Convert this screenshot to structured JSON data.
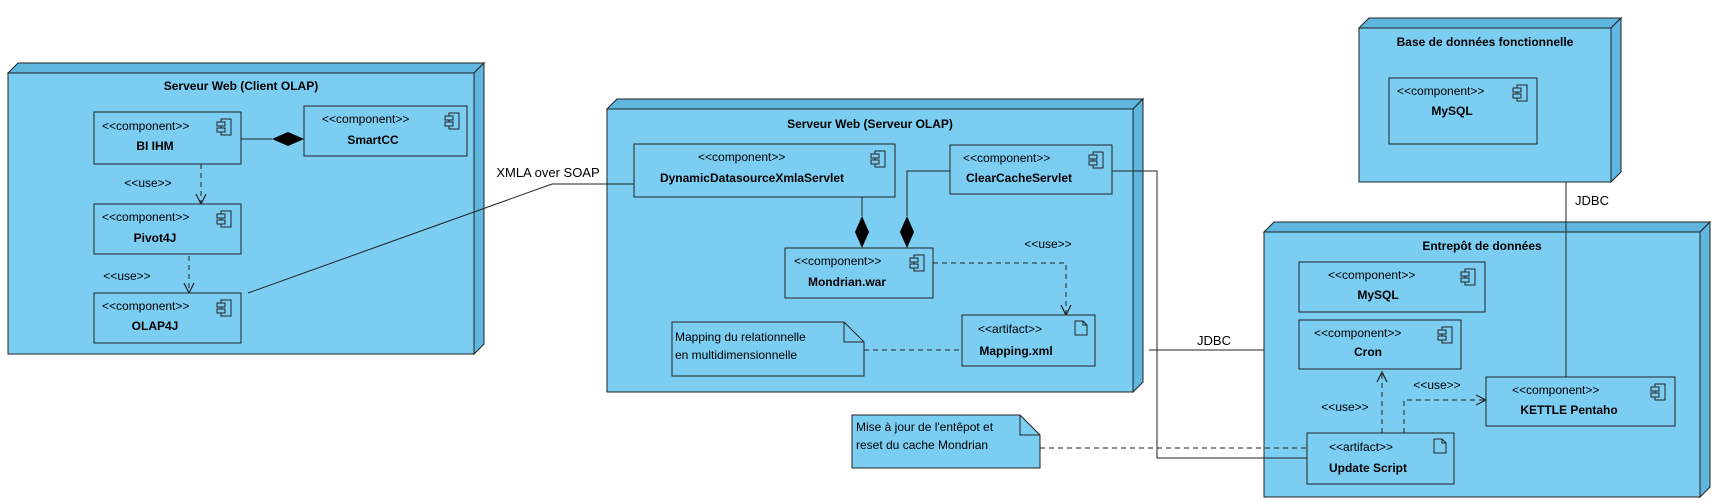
{
  "colors": {
    "node_fill": "#7ccdf2",
    "node_side": "#5fb7e0",
    "stroke": "#222222",
    "background": "#ffffff"
  },
  "nodes": {
    "client_olap": "Serveur Web (Client OLAP)",
    "serveur_olap": "Serveur Web (Serveur OLAP)",
    "base_fonctionnelle": "Base de données fonctionnelle",
    "entrepot": "Entrepôt de données"
  },
  "components": {
    "bi_ihm": {
      "stereotype": "<<component>>",
      "name": "BI IHM"
    },
    "smartcc": {
      "stereotype": "<<component>>",
      "name": "SmartCC"
    },
    "pivot4j": {
      "stereotype": "<<component>>",
      "name": "Pivot4J"
    },
    "olap4j": {
      "stereotype": "<<component>>",
      "name": "OLAP4J"
    },
    "dynamic_servlet": {
      "stereotype": "<<component>>",
      "name": "DynamicDatasourceXmlaServlet"
    },
    "clearcache": {
      "stereotype": "<<component>>",
      "name": "ClearCacheServlet"
    },
    "mondrian": {
      "stereotype": "<<component>>",
      "name": "Mondrian.war"
    },
    "mapping": {
      "stereotype": "<<artifact>>",
      "name": "Mapping.xml"
    },
    "mysql_fonct": {
      "stereotype": "<<component>>",
      "name": "MySQL"
    },
    "mysql_entrepot": {
      "stereotype": "<<component>>",
      "name": "MySQL"
    },
    "cron": {
      "stereotype": "<<component>>",
      "name": "Cron"
    },
    "kettle": {
      "stereotype": "<<component>>",
      "name": "KETTLE Pentaho"
    },
    "update_script": {
      "stereotype": "<<artifact>>",
      "name": "Update Script"
    }
  },
  "notes": {
    "mapping_note": [
      "Mapping du relationnelle",
      "en multidimensionnelle"
    ],
    "update_note": [
      "Mise à jour de l'entêpot et",
      "reset du cache Mondrian"
    ]
  },
  "labels": {
    "use_bi_pivot": "<<use>>",
    "use_pivot_olap": "<<use>>",
    "use_mondrian_mapping": "<<use>>",
    "use_script_cron": "<<use>>",
    "use_script_kettle": "<<use>>",
    "xmla": "XMLA over SOAP",
    "jdbc_entrepot": "JDBC",
    "jdbc_fonct": "JDBC"
  }
}
